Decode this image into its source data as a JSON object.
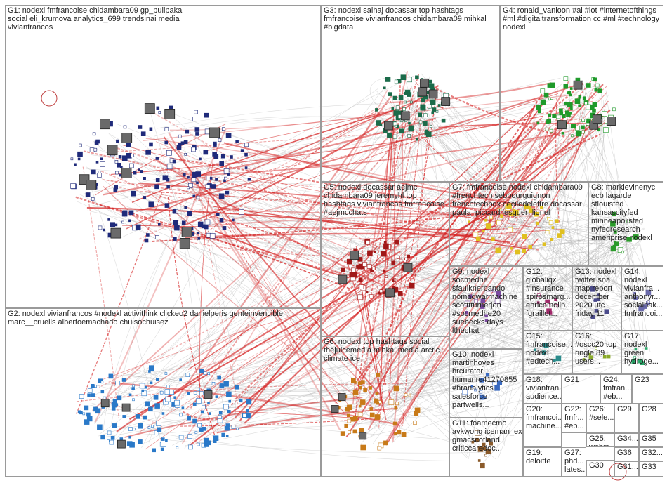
{
  "groups": [
    {
      "id": "G1",
      "label": "G1: nodexl fmfrancoise chidambara09 gp_pulipaka social eli_krumova analytics_699 trendsinai media vivianfrancos",
      "color": "#1f2a7a"
    },
    {
      "id": "G2",
      "label": "G2: nodexl vivianfrancos #nodexl activithink clickeo2 danielperis genteinvencible marc__cruells albertoemachado chuisochuisez",
      "color": "#2a79c8"
    },
    {
      "id": "G3",
      "label": "G3: nodexl salhaj docassar top hashtags fmfrancoise vivianfrancos chidambara09 mihkal #bigdata",
      "color": "#1b6b4a"
    },
    {
      "id": "G4",
      "label": "G4: ronald_vanloon #ai #iot #internetofthings #ml #digitaltransformation cc #ml #technology nodexl",
      "color": "#1e9a2a"
    },
    {
      "id": "G5",
      "label": "G5: nodexl docassar aejmc chidambara09 jeremyhl top hashtags vivianfrancos fmfrancoise #aejmcchats",
      "color": "#a01818"
    },
    {
      "id": "G6",
      "label": "G6: nodexl top hashtags social thejuicemedia mihkal media arctic climate ice",
      "color": "#c87a18"
    },
    {
      "id": "G7",
      "label": "G7: fmfrancoise nodexl chidambara09 #frenchtech sebbourguignon frenchtechbdx ceciledelettre docassar paula_piccard lesguer_lionel",
      "color": "#e0c020"
    },
    {
      "id": "G8",
      "label": "G8: marklevinenyc ecb lagarde stlouisfed kansascityfed minneapolisfed nyfedresearch ameriprise nodexl",
      "color": "#2a9a2a"
    },
    {
      "id": "G9",
      "label": "G9: nodexl socmedhe sfaulknerpando nomadwarmachine scotttturnerjon #socmedhe20 suebecks days lthechat",
      "color": "#7a4aa0"
    },
    {
      "id": "G10",
      "label": "G10: nodexl martinhoyes hrcurator humanre41270855 #hranalytics salesforce partwells...",
      "color": "#3a6ac0"
    },
    {
      "id": "G11",
      "label": "G11: foamecmo avkwong iceman_ex gmacscotland criticcaredoc...",
      "color": "#8a5a2a"
    },
    {
      "id": "G12",
      "label": "G12: globaliqx #insurance spirosmarg... enricomolin... fgraillot...",
      "color": "#a02a6a"
    },
    {
      "id": "G13",
      "label": "G13: nodexl twitter sna map report december 2020 utc friday 11",
      "color": "#4a4a8a"
    },
    {
      "id": "G14",
      "label": "G14: nodexl vivianfra... anthonyr... socialbak... fmfrancoi...",
      "color": "#6a6aaa"
    },
    {
      "id": "G15",
      "label": "G15: fmfrancoise... nodexl #edtech...",
      "color": "#2a8a8a"
    },
    {
      "id": "G16",
      "label": "G16: #oscc20 top ringle 89 users...",
      "color": "#8aaa2a"
    },
    {
      "id": "G17",
      "label": "G17: nodexl green hydroge...",
      "color": "#2aaa6a"
    },
    {
      "id": "G18",
      "label": "G18: vivianfran... audience...",
      "color": "#aa4a2a"
    },
    {
      "id": "G19",
      "label": "G19: deloitte",
      "color": "#5a5a5a"
    },
    {
      "id": "G20",
      "label": "G20: fmfrancoi... machine...",
      "color": "#6a3a9a"
    },
    {
      "id": "G21",
      "label": "G21",
      "color": "#3a3a3a"
    },
    {
      "id": "G22",
      "label": "G22: fmfr... #eb...",
      "color": "#aa2a4a"
    },
    {
      "id": "G23",
      "label": "G23",
      "color": "#2a5a9a"
    },
    {
      "id": "G24",
      "label": "G24: fmfran... #eb...",
      "color": "#9a6a2a"
    },
    {
      "id": "G25",
      "label": "G25: webin...",
      "color": "#2a9a9a"
    },
    {
      "id": "G26",
      "label": "G26: #sele...",
      "color": "#9a2a9a"
    },
    {
      "id": "G27",
      "label": "G27: phd... lates...",
      "color": "#4a8a4a"
    },
    {
      "id": "G28",
      "label": "G28",
      "color": "#aa6a6a"
    },
    {
      "id": "G29",
      "label": "G29",
      "color": "#6a6aaa"
    },
    {
      "id": "G30",
      "label": "G30",
      "color": "#8a8a2a"
    },
    {
      "id": "G31",
      "label": "G31:...",
      "color": "#2a6a6a"
    },
    {
      "id": "G32",
      "label": "G32...",
      "color": "#6a2a2a"
    },
    {
      "id": "G33",
      "label": "G33",
      "color": "#2a2a6a"
    },
    {
      "id": "G34",
      "label": "G34:...",
      "color": "#5a8aaa"
    },
    {
      "id": "G35",
      "label": "G35",
      "color": "#aa8a5a"
    },
    {
      "id": "G36",
      "label": "G36",
      "color": "#5aaa8a"
    }
  ]
}
